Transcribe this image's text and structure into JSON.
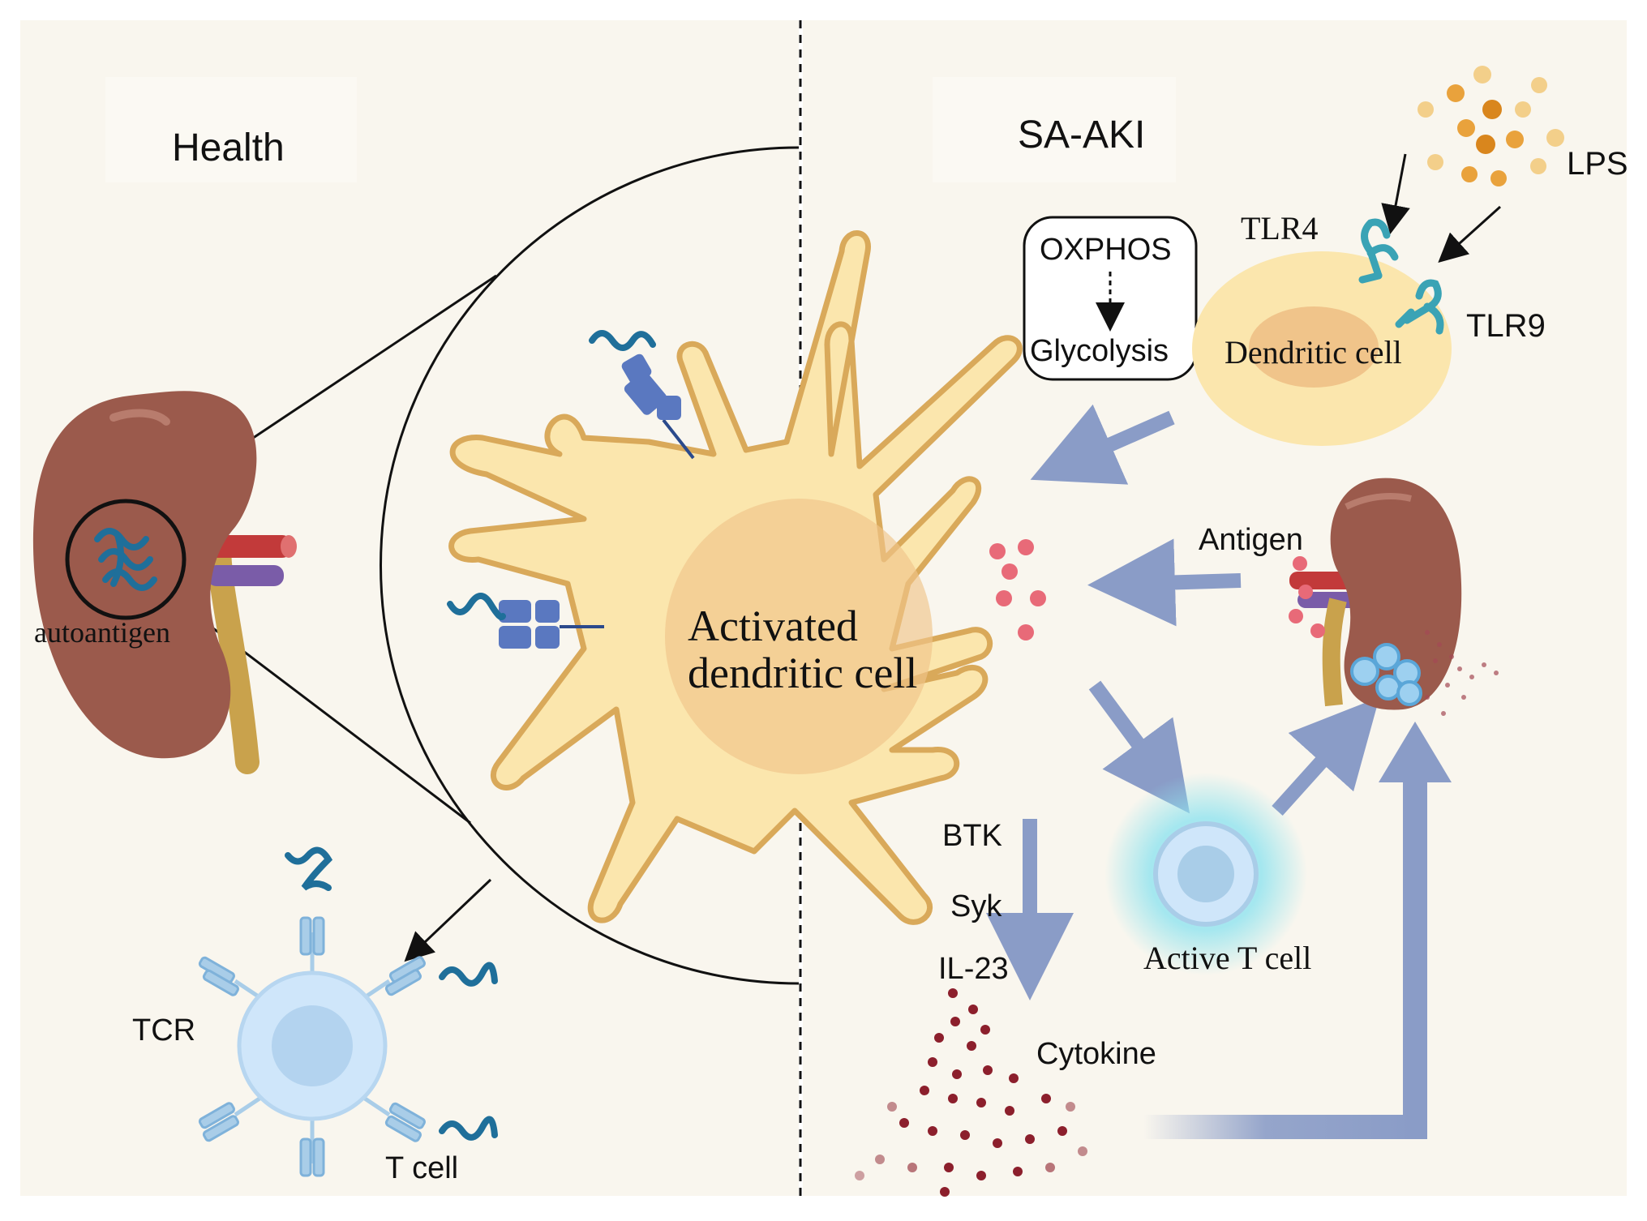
{
  "labels": {
    "health": "Health",
    "sa_aki": "SA-AKI",
    "autoantigen": "autoantigen",
    "activated_line1": "Activated",
    "activated_line2": "dendritic cell",
    "oxphos": "OXPHOS",
    "glycolysis": "Glycolysis",
    "tlr4": "TLR4",
    "tlr9": "TLR9",
    "lps": "LPS",
    "dendritic_cell": "Dendritic cell",
    "antigen": "Antigen",
    "btk": "BTK",
    "syk": "Syk",
    "il23": "IL-23",
    "cytokine": "Cytokine",
    "active_t_cell": "Active T cell",
    "tcr": "TCR",
    "t_cell": "T cell"
  },
  "colors": {
    "panel_bg": "#f9f6ee",
    "cell_fill": "#fbe6ad",
    "cell_stroke": "#d9a95a",
    "nucleus": "#f0c48a",
    "kidney": "#9b5a4c",
    "arrow_blue": "#8a9cc7",
    "receptor_blue": "#5a78c0",
    "antigen_teal": "#1f6f9a",
    "dot_red": "#e86a78",
    "cytokine_dot": "#8c1f2c",
    "t_cell_blue": "#b9d7f2",
    "lps_dot": "#e9a23c"
  }
}
